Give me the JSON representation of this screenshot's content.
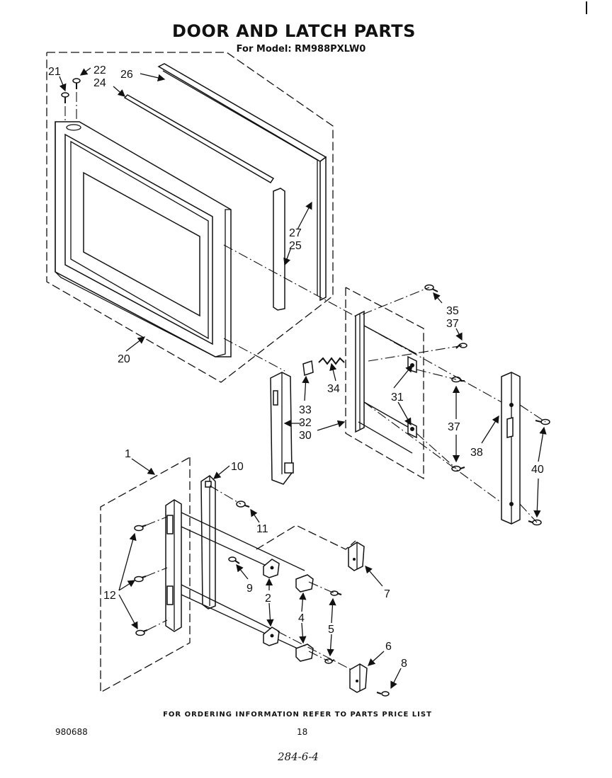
{
  "header": {
    "title": "DOOR AND LATCH PARTS",
    "model_line": "For Model: RM988PXLW0"
  },
  "callouts": {
    "p1": "1",
    "p2": "2",
    "p4": "4",
    "p5": "5",
    "p6": "6",
    "p7": "7",
    "p8": "8",
    "p9": "9",
    "p10": "10",
    "p11": "11",
    "p12": "12",
    "p20": "20",
    "p21": "21",
    "p22": "22",
    "p24": "24",
    "p25": "25",
    "p26": "26",
    "p27": "27",
    "p30": "30",
    "p31": "31",
    "p32": "32",
    "p33": "33",
    "p34": "34",
    "p35": "35",
    "p37a": "37",
    "p37b": "37",
    "p38": "38",
    "p40": "40"
  },
  "footer": {
    "ordering_note": "FOR ORDERING INFORMATION REFER TO PARTS PRICE LIST",
    "doc_number": "980688",
    "page_number": "18",
    "handwritten": "284-6-4"
  }
}
